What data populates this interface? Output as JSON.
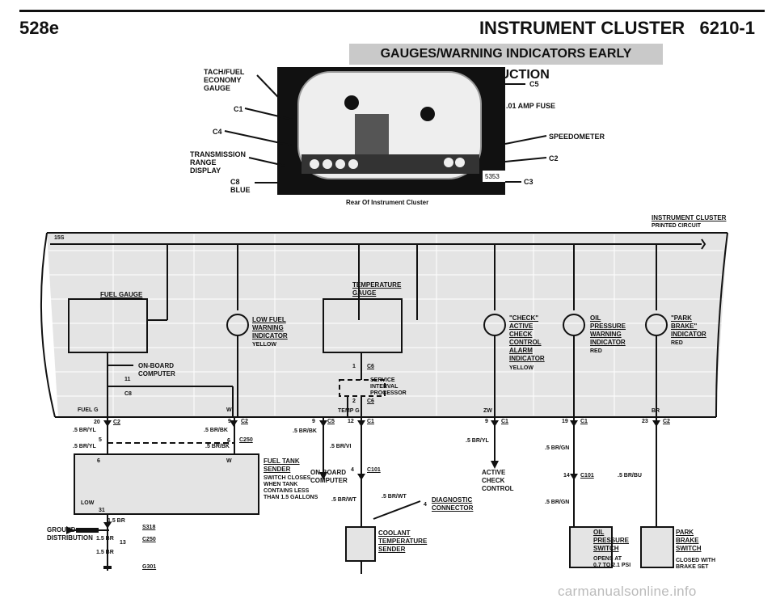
{
  "header": {
    "left": "528e",
    "right": "INSTRUMENT CLUSTER   6210-1",
    "banner": "GAUGES/WARNING INDICATORS EARLY PRODUCTION"
  },
  "photo": {
    "caption": "Rear Of Instrument Cluster",
    "photo_id": "5353",
    "left_labels": [
      "TACH/FUEL\nECONOMY\nGAUGE",
      "C1",
      "C4",
      "TRANSMISSION\nRANGE\nDISPLAY",
      "C8\nBLUE"
    ],
    "right_labels": [
      "C5",
      ".01 AMP FUSE",
      "SPEEDOMETER",
      "C2",
      "C3"
    ]
  },
  "circuit": {
    "title": "INSTRUMENT CLUSTER",
    "subtitle": "PRINTED CIRCUIT",
    "bus_label": "15S"
  },
  "fuel": {
    "gauge_label": "FUEL GAUGE",
    "onboard": "ON-BOARD\nCOMPUTER",
    "pin11": "11",
    "c8": "C8",
    "pin_fuel": "FUEL G",
    "pin20": "20",
    "c2": "C2",
    "wire1": ".5 BR/YL",
    "pin5": "5",
    "wire2": ".5 BR/YL",
    "sender_low": "LOW",
    "pin6": "6",
    "pin31": "31",
    "ground_wire": "1.5 BR",
    "s318": "S318",
    "ground_label": "GROUND\nDISTRIBUTION",
    "pin13": "13",
    "c250": "C250",
    "wire_15br": "1.5 BR",
    "wire_15br2": "1.5 BR",
    "g301": "G301"
  },
  "lowfuel": {
    "label": "LOW FUEL\nWARNING\nINDICATOR",
    "color": "YELLOW",
    "pin_w": "W",
    "pin9": "9",
    "c2": "C2",
    "wire": ".5 BR/BK",
    "pin6": "6",
    "c250": "C250",
    "wire2": ".5 BR/BK",
    "pin_w2": "W",
    "sender": "FUEL TANK\nSENDER",
    "sender_note": "SWITCH CLOSES\nWHEN TANK\nCONTAINS LESS\nTHAN 1.5 GALLONS"
  },
  "temp": {
    "label": "TEMPERATURE\nGAUGE",
    "pin1": "1",
    "c6": "C6",
    "service": "SERVICE\nINTERVAL\nPROCESSOR",
    "pin2": "2",
    "c6b": "C6",
    "temp_g": "TEMP G",
    "pin9": "9",
    "c5": "C5",
    "pin12": "12",
    "c1": "C1",
    "wire1": ".5 BR/BK",
    "wire2": ".5 BR/VI",
    "onboard": "ON-BOARD\nCOMPUTER",
    "pin4": "4",
    "c101": "C101",
    "wire3": ".5 BR/WT",
    "wire4": ".5 BR/WT",
    "pin4b": "4",
    "diag": "DIAGNOSTIC\nCONNECTOR",
    "sender": "COOLANT\nTEMPERATURE\nSENDER"
  },
  "check": {
    "label": "\"CHECK\"\nACTIVE\nCHECK\nCONTROL\nALARM\nINDICATOR",
    "color": "YELLOW",
    "pin_zw": "ZW",
    "pin9": "9",
    "c1": "C1",
    "wire": ".5 BR/YL",
    "dest": "ACTIVE\nCHECK\nCONTROL"
  },
  "oil": {
    "label": "OIL\nPRESSURE\nWARNING\nINDICATOR",
    "color": "RED",
    "pin19": "19",
    "c1": "C1",
    "wire1": ".5 BR/GN",
    "pin14": "14",
    "c101": "C101",
    "wire2": ".5 BR/GN",
    "switch": "OIL\nPRESSURE\nSWITCH",
    "note": "OPENS AT\n0.7 TO 2.1 PSI"
  },
  "park": {
    "label": "\"PARK\nBRAKE\"\nINDICATOR",
    "color": "RED",
    "pin_br": "BR",
    "pin23": "23",
    "c2": "C2",
    "wire": ".5 BR/BU",
    "switch": "PARK\nBRAKE\nSWITCH",
    "note": "CLOSED WITH\nBRAKE SET"
  },
  "footer": "carmanualsonline.info"
}
